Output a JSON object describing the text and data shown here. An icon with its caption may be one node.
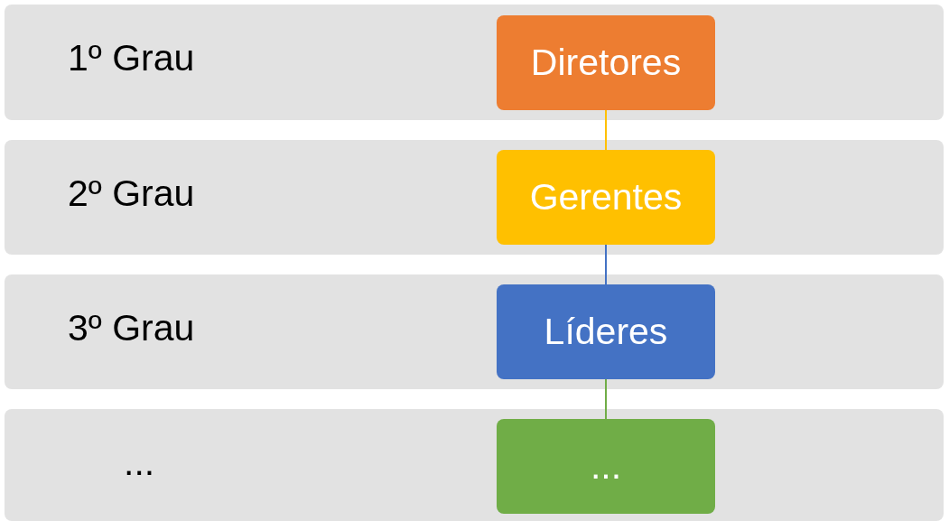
{
  "diagram": {
    "nodes": [
      {
        "text": [
          "1º Grau"
        ]
      },
      {
        "text": [
          "Diretores"
        ],
        "in": 0
      },
      {
        "text": [
          "2º Grau"
        ]
      },
      {
        "text": [
          "Gerentes"
        ],
        "in": 2
      },
      {
        "text": [
          "3º Grau"
        ]
      },
      {
        "text": [
          "Líderes"
        ],
        "in": 4
      },
      {
        "text": [
          "..."
        ]
      },
      {
        "text": [
          "..."
        ],
        "in": 6
      }
    ],
    "edges": [
      {
        "from": 1,
        "to": 3,
        "arrow": "none",
        "color": "#ffc000"
      },
      {
        "from": 3,
        "to": 5,
        "arrow": "none",
        "color": "#4472c4"
      },
      {
        "from": 5,
        "to": 7,
        "arrow": "none",
        "color": "#70ad47"
      }
    ]
  }
}
